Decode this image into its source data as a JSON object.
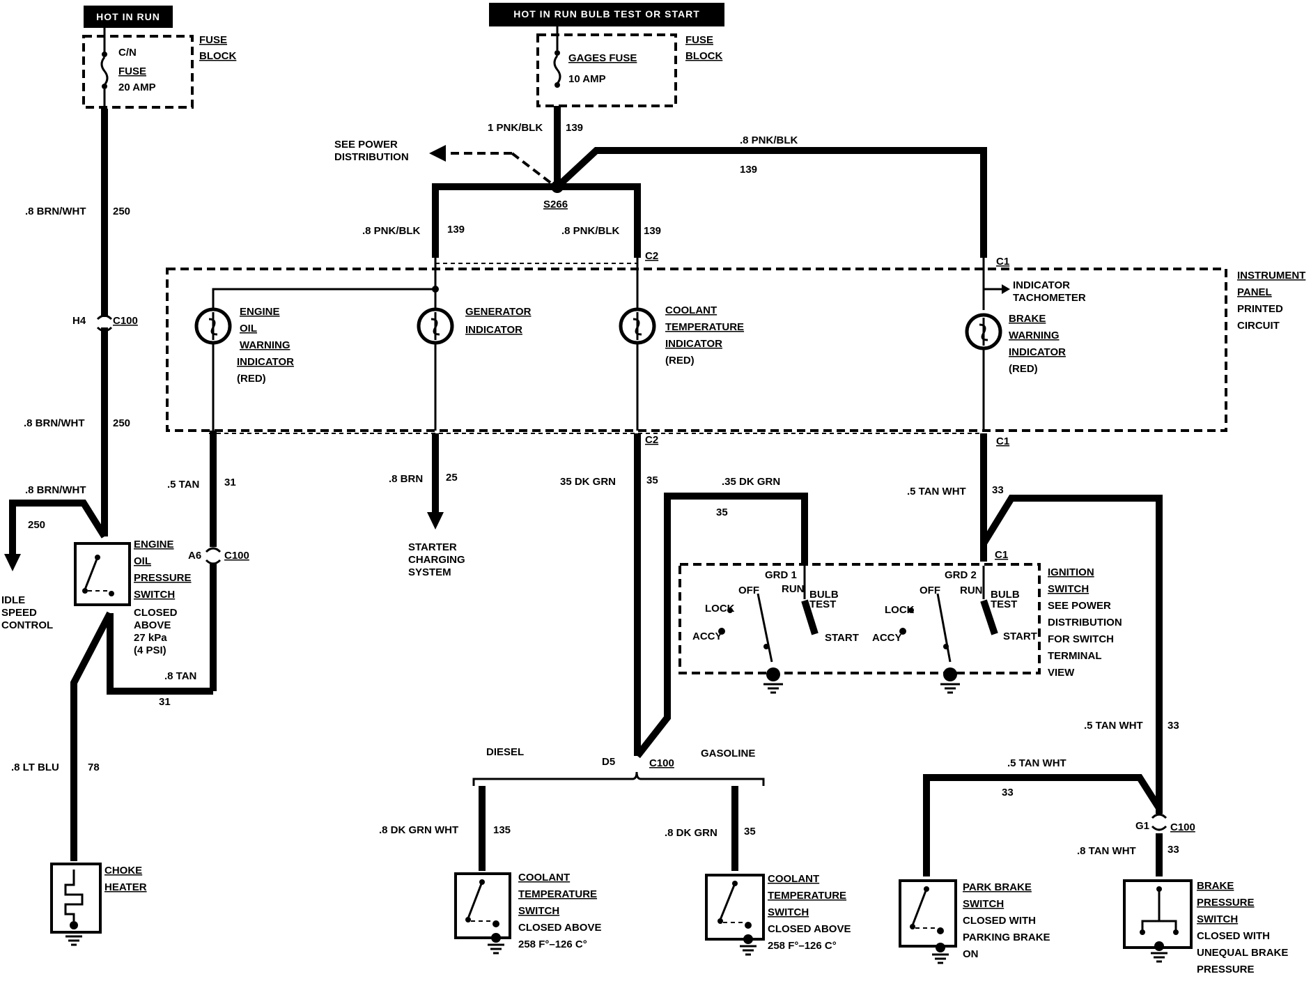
{
  "headers": {
    "left": "HOT IN RUN",
    "center": "HOT IN RUN   BULB TEST OR START"
  },
  "fuses": {
    "cn": {
      "name": "C/N",
      "fuse": "FUSE",
      "amp": "20 AMP",
      "block1": "FUSE",
      "block2": "BLOCK"
    },
    "gages": {
      "name": "GAGES FUSE",
      "amp": "10 AMP",
      "block1": "FUSE",
      "block2": "BLOCK"
    }
  },
  "power_dist": {
    "line1": "SEE POWER",
    "line2": "DISTRIBUTION"
  },
  "splice": "S266",
  "panel": {
    "line1": "INSTRUMENT",
    "line2": "PANEL",
    "line3": "PRINTED",
    "line4": "CIRCUIT"
  },
  "indicators": {
    "oil": {
      "l1": "ENGINE",
      "l2": "OIL",
      "l3": "WARNING",
      "l4": "INDICATOR",
      "color": "(RED)"
    },
    "gen": {
      "l1": "GENERATOR",
      "l2": "INDICATOR"
    },
    "coolant": {
      "l1": "COOLANT",
      "l2": "TEMPERATURE",
      "l3": "INDICATOR",
      "color": "(RED)"
    },
    "brake": {
      "l1": "BRAKE",
      "l2": "WARNING",
      "l3": "INDICATOR",
      "color": "(RED)"
    },
    "tach": {
      "l1": "INDICATOR",
      "l2": "TACHOMETER"
    }
  },
  "wires": {
    "w1": ".8 BRN/WHT",
    "w1n": "250",
    "w2": ".8 BRN/WHT",
    "w2n": "250",
    "w3": ".8 BRN/WHT",
    "w3n": "250",
    "w4": "1 PNK/BLK",
    "w4n": "139",
    "w5": ".8 PNK/BLK",
    "w5n": "139",
    "w6": ".8 PNK/BLK",
    "w6n": "139",
    "w7": ".8 PNK/BLK",
    "w7n": "139",
    "w8": ".5 TAN",
    "w8n": "31",
    "w9": ".8 BRN",
    "w9n": "25",
    "w10": "35 DK GRN",
    "w10n": "35",
    "w11": ".35 DK GRN",
    "w11n": "35",
    "w12": ".5 TAN WHT",
    "w12n": "33",
    "w13": ".8 TAN",
    "w13n": "31",
    "w14": ".8 LT BLU",
    "w14n": "78",
    "w15": ".5 TAN WHT",
    "w15n": "33",
    "w16": ".5 TAN WHT",
    "w16n": "33",
    "w17": ".8  TAN WHT",
    "w17n": "33",
    "w18": ".8 DK GRN WHT",
    "w18n": "135",
    "w19": ".8 DK GRN",
    "w19n": "35"
  },
  "connectors": {
    "h4": "H4",
    "c100a": "C100",
    "a6": "A6",
    "c100b": "C100",
    "c2a": "C2",
    "c2b": "C2",
    "c1a": "C1",
    "c1b": "C1",
    "c1c": "C1",
    "d5": "D5",
    "c100c": "C100",
    "g1": "G1",
    "c100d": "C100"
  },
  "starter": {
    "l1": "STARTER",
    "l2": "CHARGING",
    "l3": "SYSTEM"
  },
  "idle": {
    "l1": "IDLE",
    "l2": "SPEED",
    "l3": "CONTROL"
  },
  "oil_switch": {
    "l1": "ENGINE",
    "l2": "OIL",
    "l3": "PRESSURE",
    "l4": "SWITCH",
    "l5": "CLOSED",
    "l6": "ABOVE",
    "l7": "27 kPa",
    "l8": "(4 PSI)"
  },
  "choke": {
    "l1": "CHOKE",
    "l2": "HEATER"
  },
  "ignition": {
    "l1": "IGNITION",
    "l2": "SWITCH",
    "l3": "SEE POWER",
    "l4": "DISTRIBUTION",
    "l5": "FOR SWITCH",
    "l6": "TERMINAL",
    "l7": "VIEW"
  },
  "ign_positions": {
    "grd1": "GRD 1",
    "grd2": "GRD 2",
    "off": "OFF",
    "run": "RUN",
    "bulb": "BULB",
    "test": "TEST",
    "lock": "LOCK",
    "accy": "ACCY",
    "start": "START"
  },
  "engine_variant": {
    "diesel": "DIESEL",
    "gasoline": "GASOLINE"
  },
  "coolant_switch": {
    "l1": "COOLANT",
    "l2": "TEMPERATURE",
    "l3": "SWITCH",
    "l4": "CLOSED ABOVE",
    "l5": "258 F°–126 C°"
  },
  "park_brake": {
    "l1": "PARK BRAKE",
    "l2": "SWITCH",
    "l3": "CLOSED WITH",
    "l4": "PARKING BRAKE",
    "l5": "ON"
  },
  "brake_pressure": {
    "l1": "BRAKE",
    "l2": "PRESSURE",
    "l3": "SWITCH",
    "l4": "CLOSED WITH",
    "l5": "UNEQUAL BRAKE",
    "l6": "PRESSURE"
  }
}
